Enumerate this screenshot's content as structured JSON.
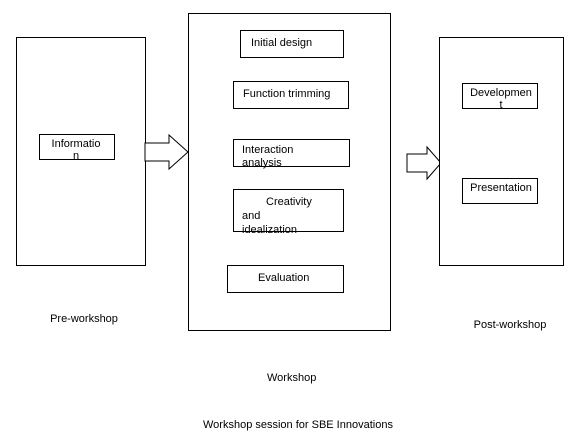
{
  "pre_workshop": {
    "label": "Pre-workshop",
    "items": [
      "Information"
    ]
  },
  "workshop": {
    "label": "Workshop",
    "items": [
      "Initial design",
      "Function trimming",
      "Interaction analysis",
      "Creativity and idealization",
      "Evaluation"
    ]
  },
  "post_workshop": {
    "label": "Post-workshop",
    "items": [
      "Development",
      "Presentation"
    ]
  },
  "caption": "Workshop session for SBE Innovations"
}
